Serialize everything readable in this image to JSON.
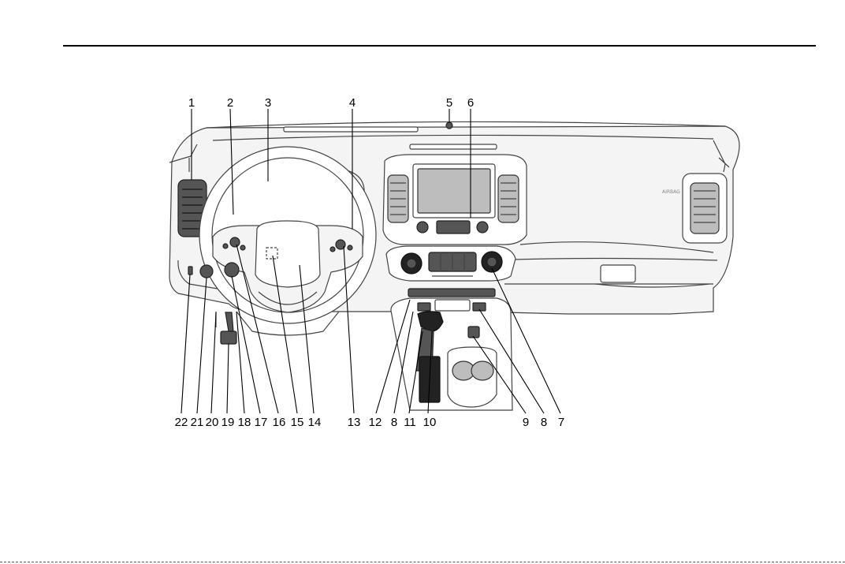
{
  "figure": {
    "callouts_top": [
      "1",
      "2",
      "3",
      "4",
      "5",
      "6"
    ],
    "callouts_bottom": [
      "22",
      "21",
      "20",
      "19",
      "18",
      "17",
      "16",
      "15",
      "14",
      "13",
      "12",
      "8",
      "11",
      "10",
      "9",
      "8",
      "7"
    ],
    "stamp_text": "AIRBAG"
  }
}
